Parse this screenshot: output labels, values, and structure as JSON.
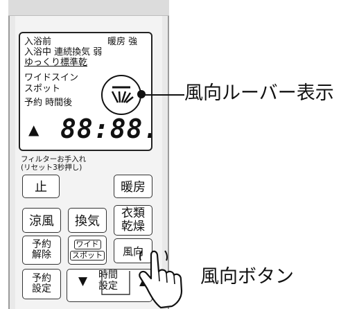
{
  "display": {
    "row1_left": "入浴前",
    "row1_right": "暖房 強",
    "row2": "入浴中 連続換気 弱",
    "row3": "ゆっくり標準乾",
    "row4": "ワイドスイン",
    "row5": "スポット",
    "row6": "予約 時間後",
    "timer": "88:88.",
    "arrow": "▲"
  },
  "callouts": {
    "louver": "風向ルーバー表示",
    "button": "風向ボタン"
  },
  "filter_note": {
    "line1": "フィルターお手入れ",
    "line2": "(リセット3秒押し)"
  },
  "buttons": {
    "stop": "止",
    "heating": "暖房",
    "cool_breeze": "涼風",
    "ventilation": "換気",
    "clothes_dry_1": "衣類",
    "clothes_dry_2": "乾燥",
    "cancel_1": "予約",
    "cancel_2": "解除",
    "wide_1": "ワイド",
    "wide_2": "スポット",
    "direction": "風向",
    "set_1": "予約",
    "set_2": "設定",
    "time_1": "時間",
    "time_2": "設定",
    "down": "▼",
    "up": "▲"
  },
  "colors": {
    "body": "#e9e9e9",
    "ink": "#111111",
    "panel": "#ffffff"
  }
}
